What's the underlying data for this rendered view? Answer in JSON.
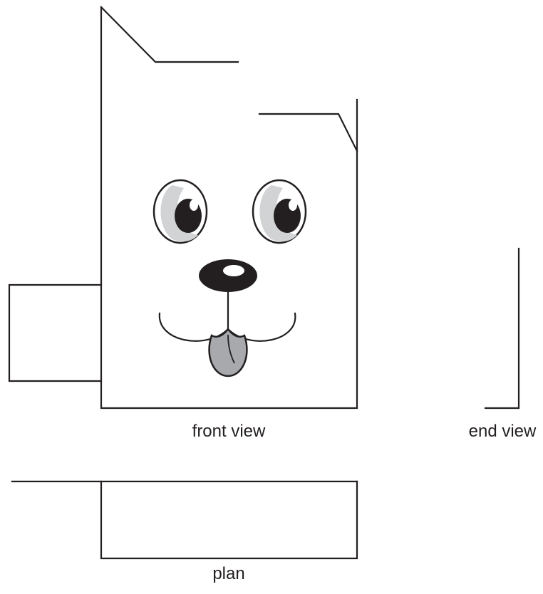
{
  "labels": {
    "front_view": "front view",
    "end_view": "end view",
    "plan": "plan"
  },
  "colors": {
    "line": "#231f20",
    "eye_white": "#ffffff",
    "eye_shade": "#d1d3d4",
    "pupil": "#231f20",
    "tongue": "#a7a9ac"
  }
}
